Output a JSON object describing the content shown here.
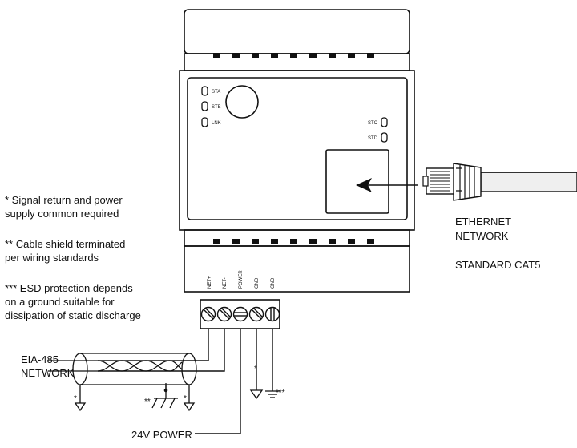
{
  "notes": {
    "signal_return": "* Signal return and power\nsupply common required",
    "cable_shield": "** Cable shield terminated\nper wiring standards",
    "esd": "*** ESD protection depends\non a ground suitable for\ndissipation of static discharge"
  },
  "device": {
    "leds_left": [
      "STA",
      "STB",
      "LNK"
    ],
    "leds_right": [
      "STC",
      "STD"
    ]
  },
  "terminals": [
    "NET+",
    "NET-",
    "POWER",
    "GND",
    "GND"
  ],
  "ethernet": {
    "line1": "ETHERNET",
    "line2": "NETWORK",
    "cable": "STANDARD CAT5"
  },
  "eia485": {
    "line1": "EIA-485",
    "line2": "NETWORK"
  },
  "power_label": "24V POWER",
  "markers": {
    "single": "*",
    "double": "**",
    "triple": "***"
  }
}
